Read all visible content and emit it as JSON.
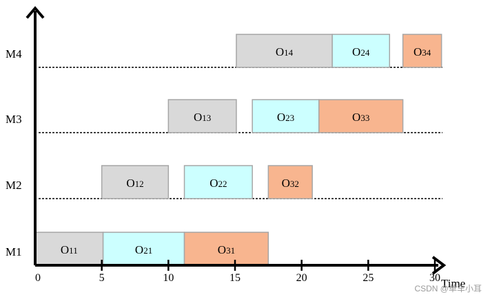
{
  "chart_data": {
    "type": "gantt",
    "xlabel": "Time",
    "ylabel": "",
    "title": "",
    "xlim": [
      0,
      32
    ],
    "x_ticks": [
      0,
      5,
      10,
      15,
      20,
      25,
      30
    ],
    "machines": [
      "M1",
      "M2",
      "M3",
      "M4"
    ],
    "grid": "dotted baseline per machine",
    "colors": {
      "O1": "#d9d9d9",
      "O2": "#ccffff",
      "O3": "#f8b58f",
      "edge": "#a6a6a6"
    },
    "operations": [
      {
        "main": "O",
        "sub": "11",
        "machine": "M1",
        "start": 0,
        "end": 5.1,
        "group": "O1"
      },
      {
        "main": "O",
        "sub": "21",
        "machine": "M1",
        "start": 5.1,
        "end": 11.2,
        "group": "O2"
      },
      {
        "main": "O",
        "sub": "31",
        "machine": "M1",
        "start": 11.2,
        "end": 17.5,
        "group": "O3"
      },
      {
        "main": "O",
        "sub": "12",
        "machine": "M2",
        "start": 5.0,
        "end": 10.0,
        "group": "O1"
      },
      {
        "main": "O",
        "sub": "22",
        "machine": "M2",
        "start": 11.2,
        "end": 16.3,
        "group": "O2"
      },
      {
        "main": "O",
        "sub": "32",
        "machine": "M2",
        "start": 17.5,
        "end": 20.8,
        "group": "O3"
      },
      {
        "main": "O",
        "sub": "13",
        "machine": "M3",
        "start": 10.0,
        "end": 15.1,
        "group": "O1"
      },
      {
        "main": "O",
        "sub": "23",
        "machine": "M3",
        "start": 16.3,
        "end": 21.3,
        "group": "O2"
      },
      {
        "main": "O",
        "sub": "33",
        "machine": "M3",
        "start": 21.3,
        "end": 27.6,
        "group": "O3"
      },
      {
        "main": "O",
        "sub": "14",
        "machine": "M4",
        "start": 15.1,
        "end": 22.3,
        "group": "O1"
      },
      {
        "main": "O",
        "sub": "24",
        "machine": "M4",
        "start": 22.3,
        "end": 26.6,
        "group": "O2"
      },
      {
        "main": "O",
        "sub": "34",
        "machine": "M4",
        "start": 27.6,
        "end": 30.5,
        "group": "O3"
      }
    ]
  },
  "watermark": "CSDN @单车小耳"
}
